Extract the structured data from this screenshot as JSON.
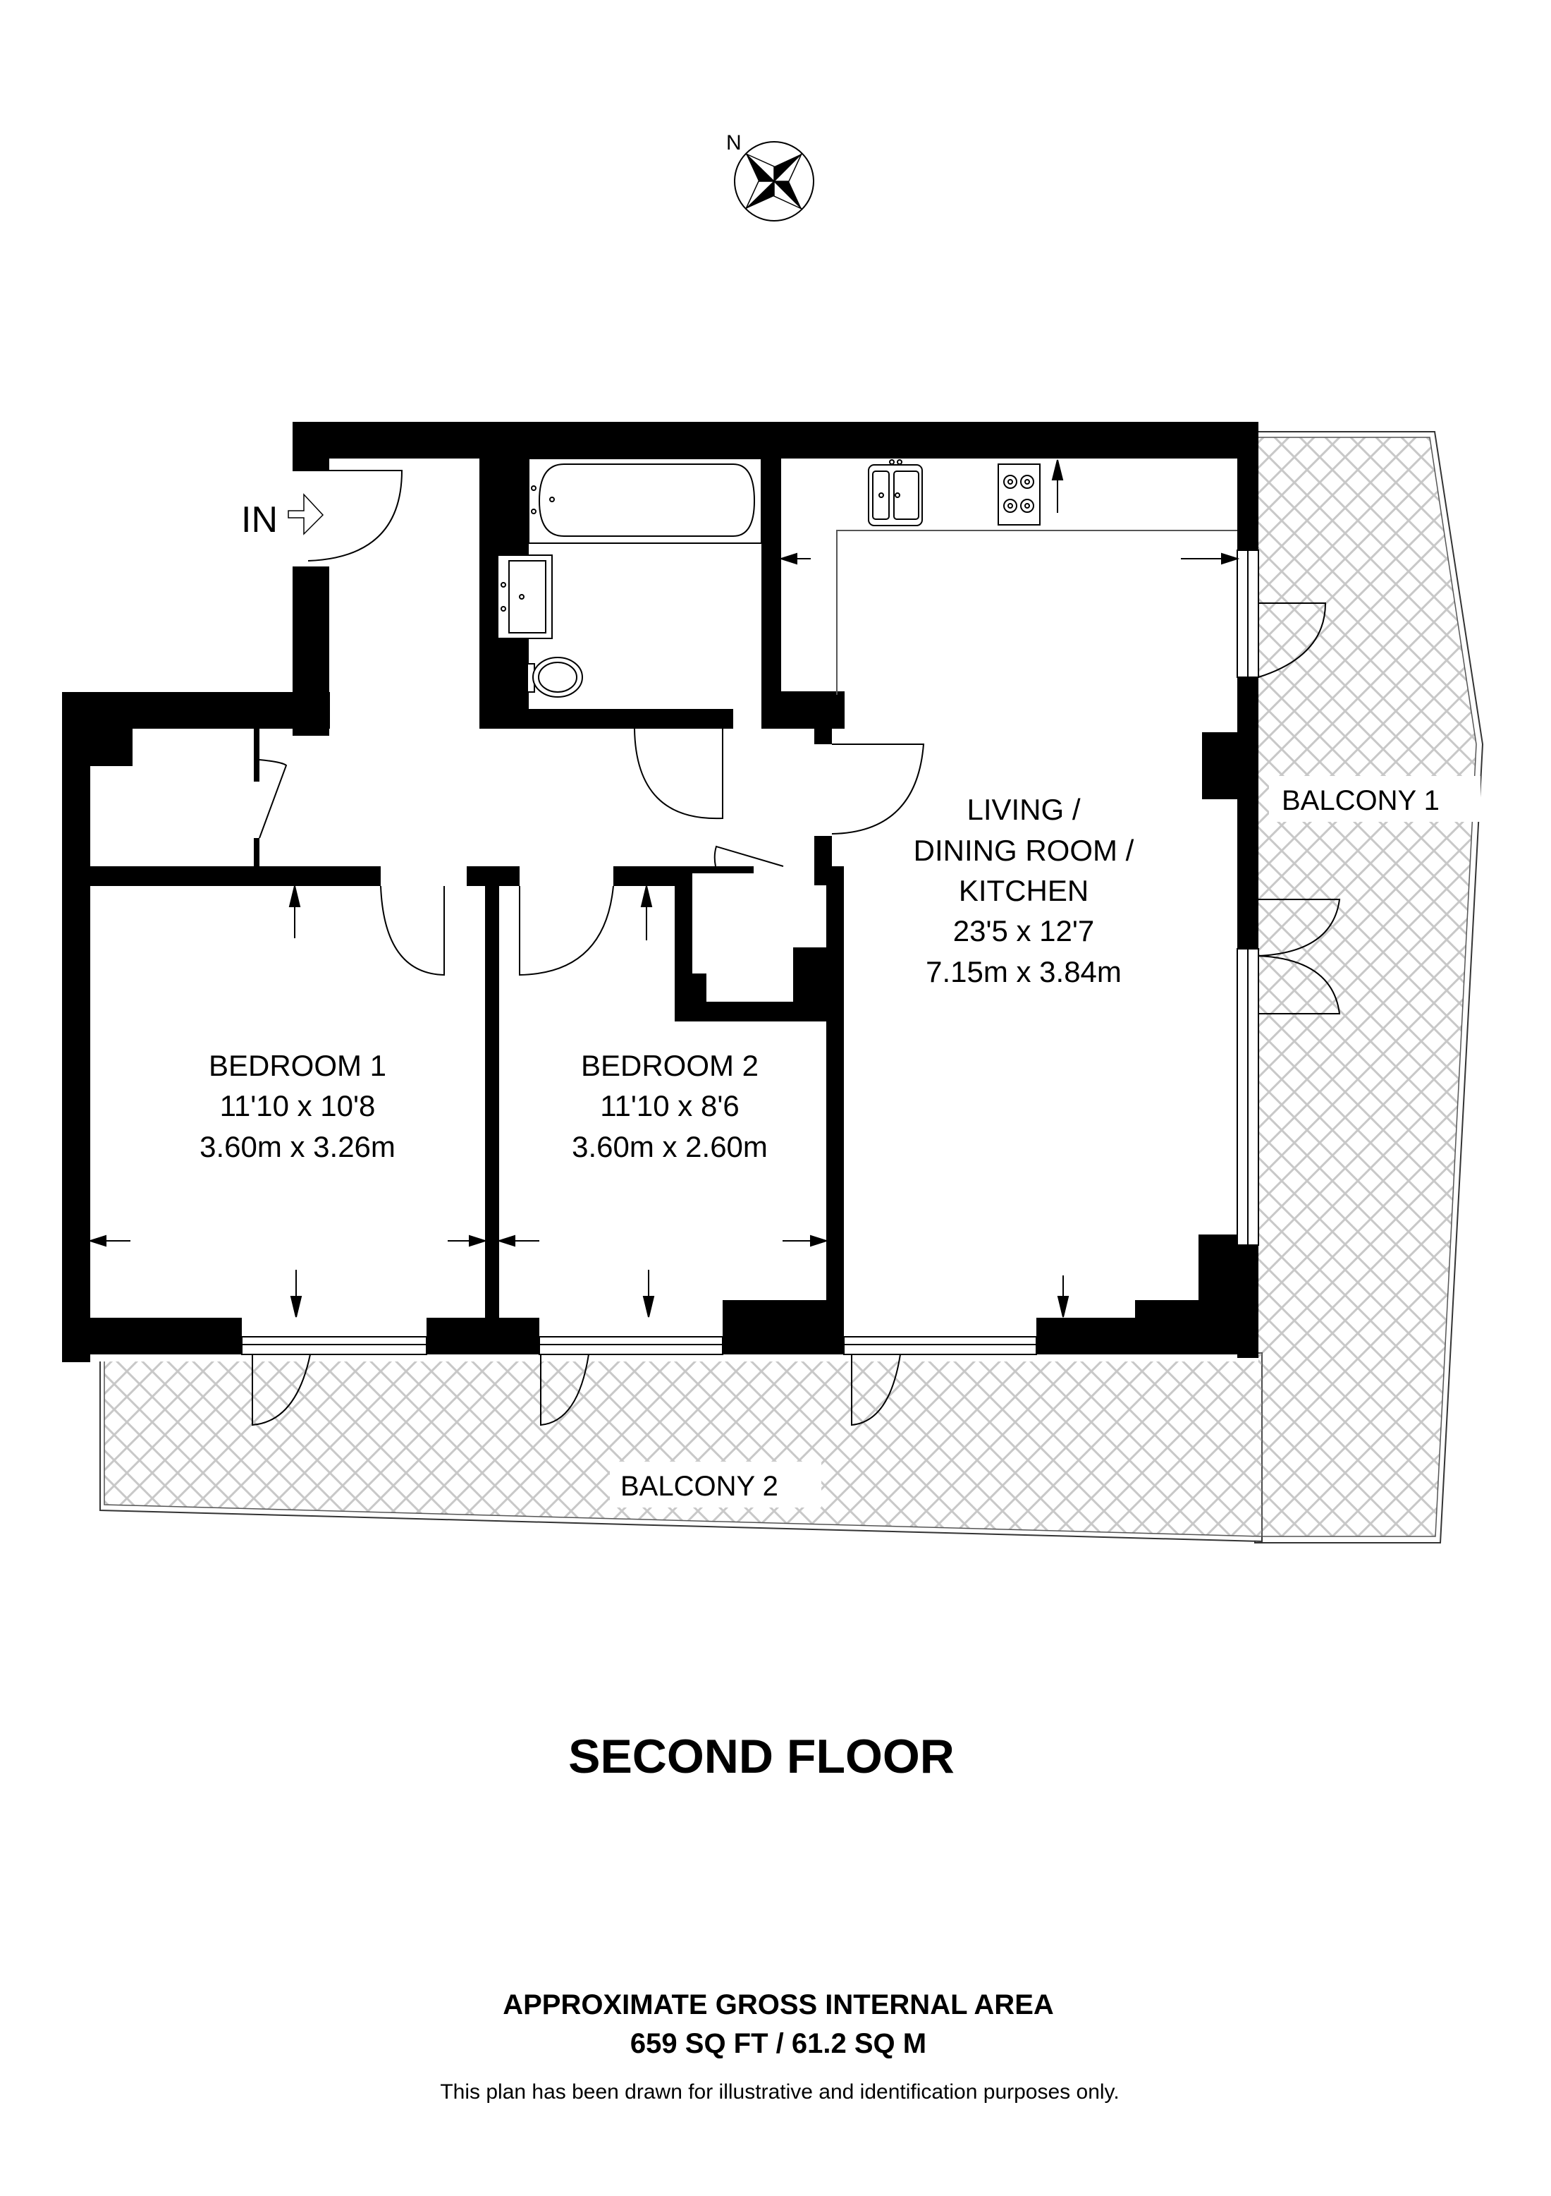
{
  "compass": {
    "label": "N"
  },
  "entrance": {
    "label": "IN"
  },
  "rooms": {
    "living": {
      "line1": "LIVING /",
      "line2": "DINING ROOM /",
      "line3": "KITCHEN",
      "imperial": "23'5 x 12'7",
      "metric": "7.15m x 3.84m"
    },
    "bedroom1": {
      "name": "BEDROOM 1",
      "imperial": "11'10 x 10'8",
      "metric": "3.60m x 3.26m"
    },
    "bedroom2": {
      "name": "BEDROOM 2",
      "imperial": "11'10 x 8'6",
      "metric": "3.60m x 2.60m"
    },
    "balcony1": {
      "name": "BALCONY 1"
    },
    "balcony2": {
      "name": "BALCONY 2"
    }
  },
  "floor_title": "SECOND FLOOR",
  "area": {
    "heading": "APPROXIMATE GROSS INTERNAL AREA",
    "value": "659 SQ FT / 61.2 SQ M"
  },
  "disclaimer": "This plan has been drawn for illustrative and identification purposes only.",
  "colors": {
    "wall": "#000000",
    "hatch": "#c8c8c8",
    "background": "#ffffff"
  }
}
